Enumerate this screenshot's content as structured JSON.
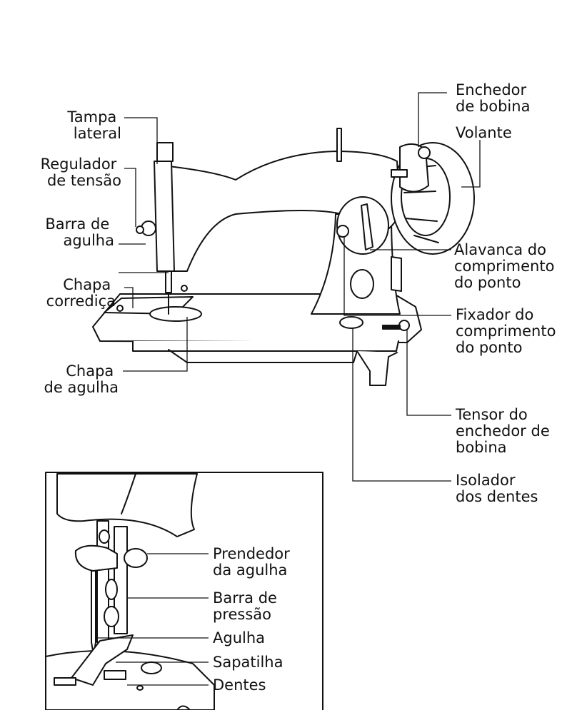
{
  "main_labels": {
    "tampa_lateral": [
      "Tampa",
      "lateral"
    ],
    "regulador_tensao": [
      "Regulador",
      "de tensão"
    ],
    "barra_agulha": [
      "Barra de",
      "agulha"
    ],
    "chapa_corredica": [
      "Chapa",
      "corrediça"
    ],
    "chapa_agulha": [
      "Chapa",
      "de agulha"
    ],
    "enchedor_bobina": [
      "Enchedor",
      "de bobina"
    ],
    "volante": [
      "Volante"
    ],
    "alavanca_comprimento": [
      "Alavanca do",
      "comprimento",
      "do ponto"
    ],
    "fixador_comprimento": [
      "Fixador do",
      "comprimento",
      "do ponto"
    ],
    "tensor_enchedor": [
      "Tensor do",
      "enchedor de",
      "bobina"
    ],
    "isolador_dentes": [
      "Isolador",
      "dos dentes"
    ]
  },
  "detail_labels": {
    "prendedor_agulha": [
      "Prendedor",
      "da agulha"
    ],
    "barra_pressao": [
      "Barra de",
      "pressão"
    ],
    "agulha": [
      "Agulha"
    ],
    "sapatilha": [
      "Sapatilha"
    ],
    "dentes": [
      "Dentes"
    ]
  },
  "icons": {
    "machine": "sewing-machine-illustration",
    "detail": "presser-foot-closeup-illustration"
  }
}
